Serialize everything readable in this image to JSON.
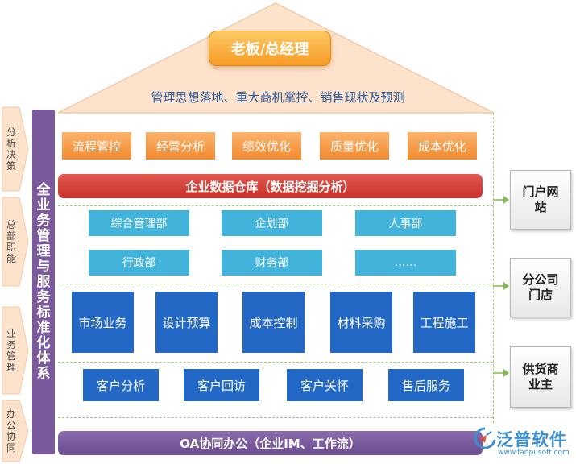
{
  "roof": {
    "boss_label": "老板/总经理",
    "caption": "管理思想落地、重大商机掌控、销售现状及预测"
  },
  "side_labels": [
    "分析决策",
    "总部职能",
    "业务管理",
    "办公协同"
  ],
  "vertical_bar": "全业务管理与服务标准化体系",
  "decision_items": [
    "流程管控",
    "经营分析",
    "绩效优化",
    "质量优化",
    "成本优化"
  ],
  "data_warehouse": "企业数据仓库（数据挖掘分析）",
  "departments_row1": [
    "综合管理部",
    "企划部",
    "人事部"
  ],
  "departments_row2": [
    "行政部",
    "财务部",
    "……"
  ],
  "business_items": [
    "市场业务",
    "设计预算",
    "成本控制",
    "材料采购",
    "工程施工"
  ],
  "customer_items": [
    "客户分析",
    "客户回访",
    "客户关怀",
    "售后服务"
  ],
  "oa_bar": "OA协同办公（企业IM、工作流）",
  "right_boxes": [
    "门户网站",
    "分公司门店",
    "供货商业主"
  ],
  "logo": {
    "name": "泛普软件",
    "url": "www.fanpusoft.com"
  },
  "colors": {
    "orange": "#f28a2e",
    "red": "#c9302a",
    "cyan": "#42b4dc",
    "blue": "#2468c6",
    "purple": "#7a5a9c",
    "roof": "#fde3cc",
    "dashed": "#9ccd73"
  }
}
